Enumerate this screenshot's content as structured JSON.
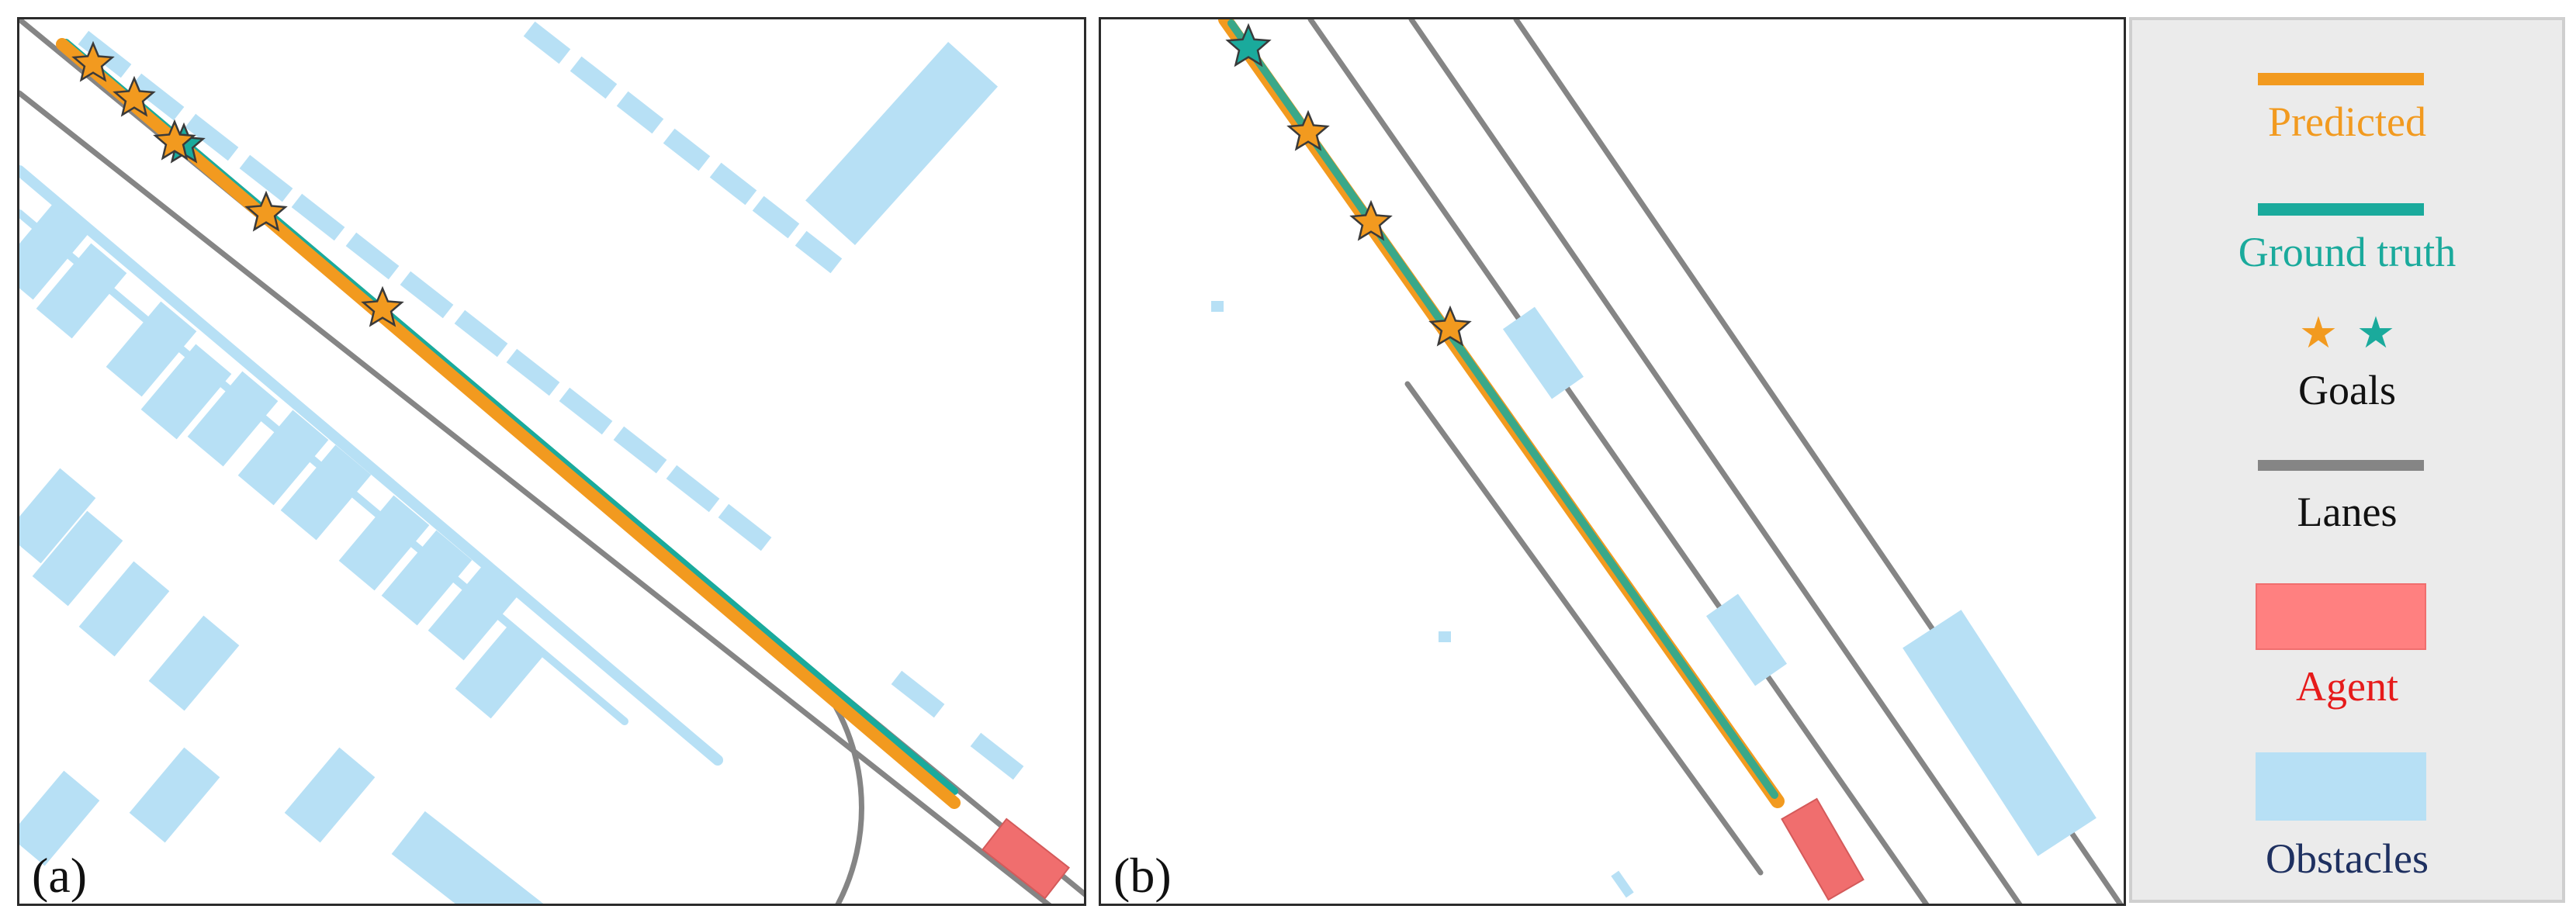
{
  "colors": {
    "predicted": "#f29a1f",
    "ground_truth": "#1aaa9c",
    "lanes": "#858585",
    "agent_fill": "#f06e6e",
    "obstacle_fill": "#b7e0f5",
    "legend_bg": "#ebebeb",
    "agent_text": "#e61b1b",
    "obstacles_text": "#1e3060",
    "goals_text": "#111111",
    "lanes_text": "#111111"
  },
  "panels": [
    {
      "id": "a",
      "label": "(a)"
    },
    {
      "id": "b",
      "label": "(b)"
    }
  ],
  "legend": {
    "predicted": "Predicted",
    "ground_truth": "Ground truth",
    "goals": "Goals",
    "lanes": "Lanes",
    "agent": "Agent",
    "obstacles": "Obstacles",
    "star_glyph": "★"
  }
}
